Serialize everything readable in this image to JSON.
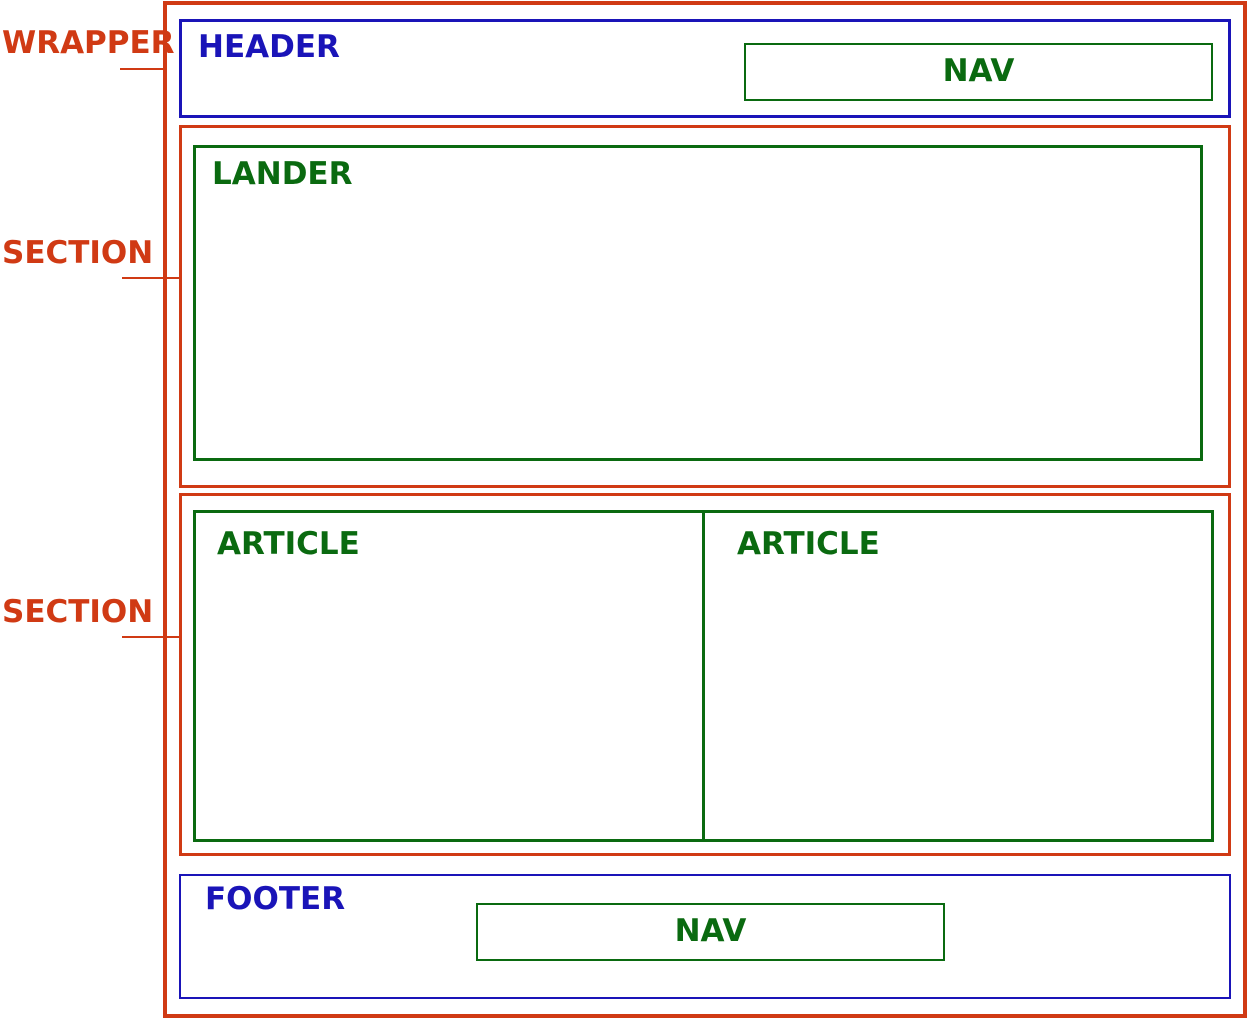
{
  "diagram": {
    "outside_labels": {
      "wrapper": "WRAPPER",
      "section_top": "SECTION",
      "section_bottom": "SECTION"
    },
    "header": {
      "title": "HEADER",
      "nav": "NAV"
    },
    "lander": {
      "title": "LANDER"
    },
    "articles": [
      {
        "title": "ARTICLE"
      },
      {
        "title": "ARTICLE"
      }
    ],
    "footer": {
      "title": "FOOTER",
      "nav": "NAV"
    },
    "colors": {
      "wrapper_section": "#d03a14",
      "header_footer": "#1a14b8",
      "inner_blocks": "#0a6a10",
      "background": "#ffffff"
    }
  }
}
